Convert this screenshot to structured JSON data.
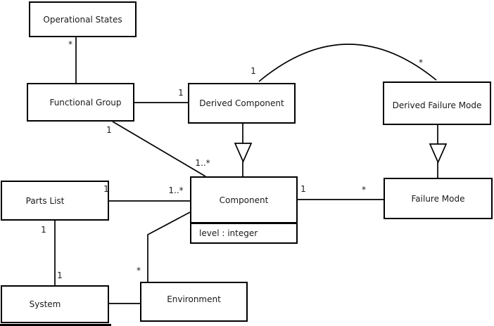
{
  "diagram": {
    "kind": "uml-class-diagram",
    "colors": {
      "background": "#ffffff",
      "line": "#000000",
      "text": "#1a1a1a"
    },
    "nodes": [
      {
        "id": "operational-states",
        "label": "Operational States"
      },
      {
        "id": "functional-group",
        "label": "Functional Group"
      },
      {
        "id": "derived-component",
        "label": "Derived Component"
      },
      {
        "id": "derived-failure-mode",
        "label": "Derived Failure Mode"
      },
      {
        "id": "parts-list",
        "label": "Parts List"
      },
      {
        "id": "component",
        "label": "Component",
        "attribute": "level : integer"
      },
      {
        "id": "failure-mode",
        "label": "Failure Mode"
      },
      {
        "id": "system",
        "label": "System"
      },
      {
        "id": "environment",
        "label": "Environment"
      }
    ],
    "labels": [
      {
        "text": "*"
      },
      {
        "text": "1"
      },
      {
        "text": "1"
      },
      {
        "text": "1..*"
      },
      {
        "text": "1"
      },
      {
        "text": "*"
      },
      {
        "text": "1"
      },
      {
        "text": "1..*"
      },
      {
        "text": "1"
      },
      {
        "text": "*"
      },
      {
        "text": "1"
      },
      {
        "text": "1"
      },
      {
        "text": "*"
      }
    ],
    "edges": [
      {
        "from": "Operational States",
        "to": "Functional Group",
        "type": "association",
        "from_multiplicity": "*"
      },
      {
        "from": "Functional Group",
        "to": "Derived Component",
        "type": "association",
        "to_multiplicity": "1"
      },
      {
        "from": "Functional Group",
        "to": "Component",
        "type": "association",
        "from_multiplicity": "1",
        "to_multiplicity": "1..*"
      },
      {
        "from": "Derived Component",
        "to": "Derived Failure Mode",
        "type": "association-arc",
        "from_multiplicity": "1",
        "to_multiplicity": "*"
      },
      {
        "from": "Derived Component",
        "to": "Component",
        "type": "generalization"
      },
      {
        "from": "Derived Failure Mode",
        "to": "Failure Mode",
        "type": "generalization"
      },
      {
        "from": "Parts List",
        "to": "Component",
        "type": "association",
        "from_multiplicity": "1",
        "to_multiplicity": "1..*"
      },
      {
        "from": "Component",
        "to": "Failure Mode",
        "type": "association",
        "from_multiplicity": "1",
        "to_multiplicity": "*"
      },
      {
        "from": "Parts List",
        "to": "System",
        "type": "association",
        "from_multiplicity": "1",
        "to_multiplicity": "1"
      },
      {
        "from": "System",
        "to": "Environment",
        "type": "association"
      },
      {
        "from": "Environment",
        "to": "Component",
        "type": "association",
        "from_multiplicity": "*"
      }
    ]
  }
}
